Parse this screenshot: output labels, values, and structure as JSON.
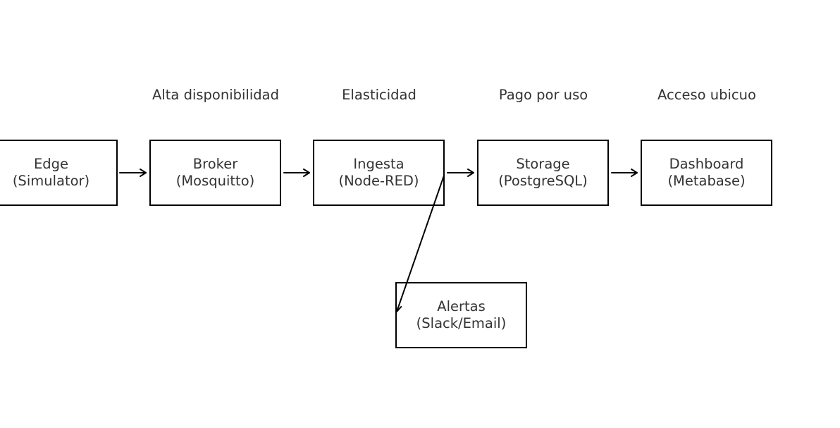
{
  "nodes": {
    "edge": {
      "line1": "Edge",
      "line2": "(Simulator)"
    },
    "broker": {
      "line1": "Broker",
      "line2": "(Mosquitto)"
    },
    "ingesta": {
      "line1": "Ingesta",
      "line2": "(Node-RED)"
    },
    "storage": {
      "line1": "Storage",
      "line2": "(PostgreSQL)"
    },
    "dashboard": {
      "line1": "Dashboard",
      "line2": "(Metabase)"
    },
    "alertas": {
      "line1": "Alertas",
      "line2": "(Slack/Email)"
    }
  },
  "captions": {
    "broker": "Alta disponibilidad",
    "ingesta": "Elasticidad",
    "storage": "Pago por uso",
    "dashboard": "Acceso ubicuo"
  },
  "colors": {
    "text": "#333333",
    "line": "#000000",
    "background": "#ffffff"
  }
}
